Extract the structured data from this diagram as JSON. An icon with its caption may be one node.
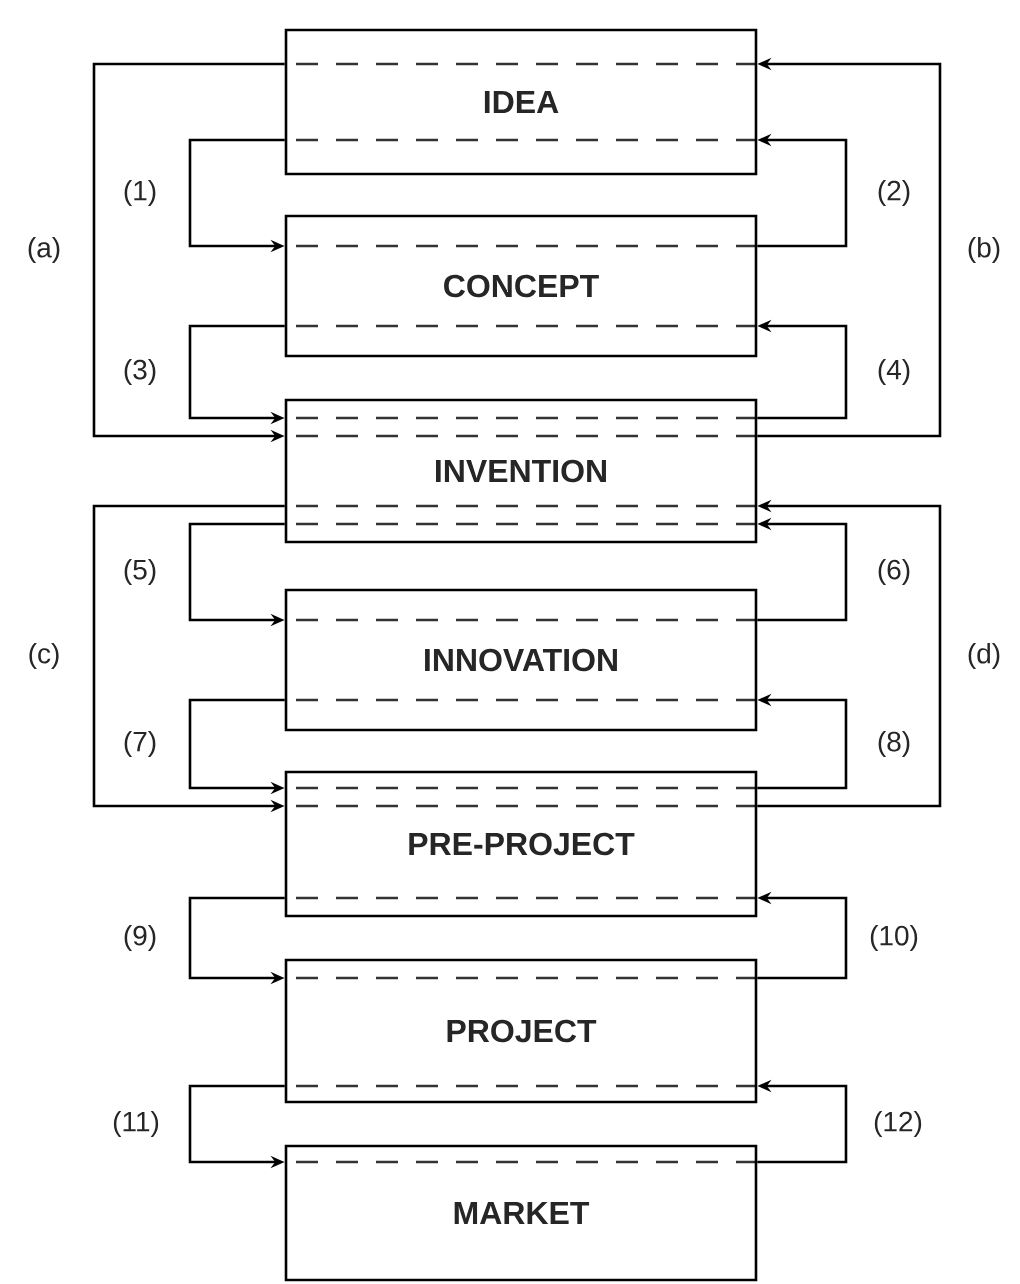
{
  "diagram": {
    "nodes": [
      {
        "text": [
          "IDEA"
        ]
      },
      {
        "text": [
          "CONCEPT"
        ]
      },
      {
        "text": [
          "INVENTION"
        ]
      },
      {
        "text": [
          "INNOVATION"
        ]
      },
      {
        "text": [
          "PRE-PROJECT"
        ]
      },
      {
        "text": [
          "PROJECT"
        ]
      },
      {
        "text": [
          "MARKET"
        ]
      }
    ],
    "edges": [
      {
        "from": 0,
        "to": 1,
        "arrow": "to",
        "label": "(1)"
      },
      {
        "from": 1,
        "to": 0,
        "arrow": "to",
        "label": "(2)"
      },
      {
        "from": 0,
        "to": 2,
        "arrow": "to",
        "label": "(a)"
      },
      {
        "from": 2,
        "to": 0,
        "arrow": "to",
        "label": "(b)"
      },
      {
        "from": 1,
        "to": 2,
        "arrow": "to",
        "label": "(3)"
      },
      {
        "from": 2,
        "to": 1,
        "arrow": "to",
        "label": "(4)"
      },
      {
        "from": 2,
        "to": 3,
        "arrow": "to",
        "label": "(5)"
      },
      {
        "from": 3,
        "to": 2,
        "arrow": "to",
        "label": "(6)"
      },
      {
        "from": 2,
        "to": 4,
        "arrow": "to",
        "label": "(c)"
      },
      {
        "from": 4,
        "to": 2,
        "arrow": "to",
        "label": "(d)"
      },
      {
        "from": 3,
        "to": 4,
        "arrow": "to",
        "label": "(7)"
      },
      {
        "from": 4,
        "to": 3,
        "arrow": "to",
        "label": "(8)"
      },
      {
        "from": 4,
        "to": 5,
        "arrow": "to",
        "label": "(9)"
      },
      {
        "from": 5,
        "to": 4,
        "arrow": "to",
        "label": "(10)"
      },
      {
        "from": 5,
        "to": 6,
        "arrow": "to",
        "label": "(11)"
      },
      {
        "from": 6,
        "to": 5,
        "arrow": "to",
        "label": "(12)"
      }
    ]
  }
}
